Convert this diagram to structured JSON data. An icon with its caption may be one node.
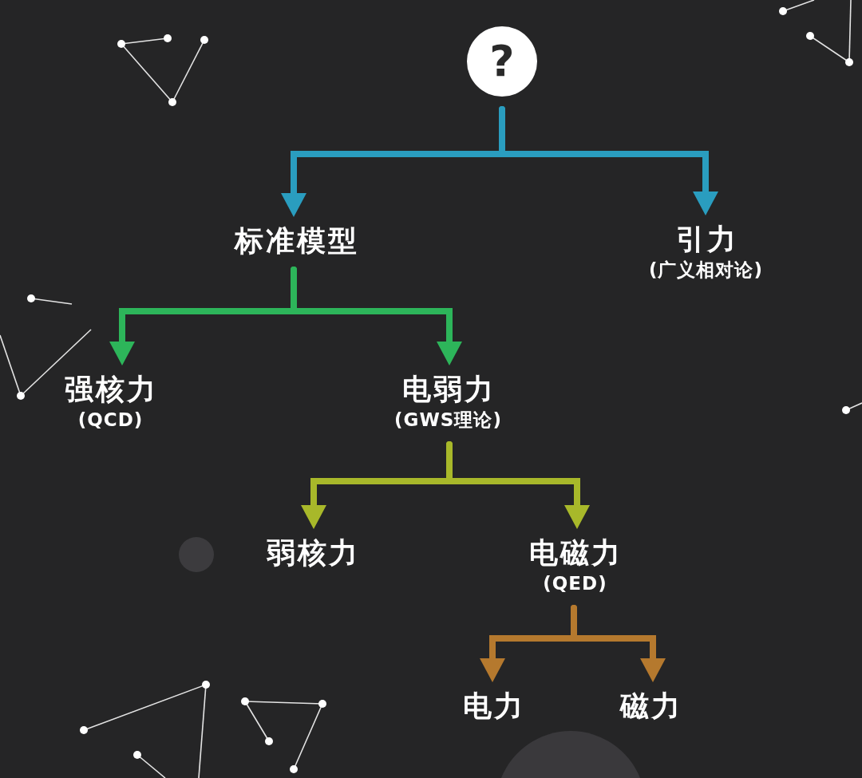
{
  "diagram": {
    "nodes": [
      {
        "text": [
          "?"
        ]
      },
      {
        "text": [
          "标准模型"
        ]
      },
      {
        "text": [
          "引力",
          "(广义相对论)"
        ]
      },
      {
        "text": [
          "强核力",
          "(QCD)"
        ]
      },
      {
        "text": [
          "电弱力",
          "(GWS理论)"
        ]
      },
      {
        "text": [
          "弱核力"
        ]
      },
      {
        "text": [
          "电磁力",
          "(QED)"
        ]
      },
      {
        "text": [
          "电力"
        ]
      },
      {
        "text": [
          "磁力"
        ]
      }
    ],
    "edges": [
      {
        "from": 0,
        "to": 1,
        "arrow": "to",
        "color": "#2a9dbf"
      },
      {
        "from": 0,
        "to": 2,
        "arrow": "to",
        "color": "#2a9dbf"
      },
      {
        "from": 1,
        "to": 3,
        "arrow": "to",
        "color": "#2db55a"
      },
      {
        "from": 1,
        "to": 4,
        "arrow": "to",
        "color": "#2db55a"
      },
      {
        "from": 4,
        "to": 5,
        "arrow": "to",
        "color": "#a8b82a"
      },
      {
        "from": 4,
        "to": 6,
        "arrow": "to",
        "color": "#a8b82a"
      },
      {
        "from": 6,
        "to": 7,
        "arrow": "to",
        "color": "#b5792e"
      },
      {
        "from": 6,
        "to": 8,
        "arrow": "to",
        "color": "#b5792e"
      }
    ]
  }
}
